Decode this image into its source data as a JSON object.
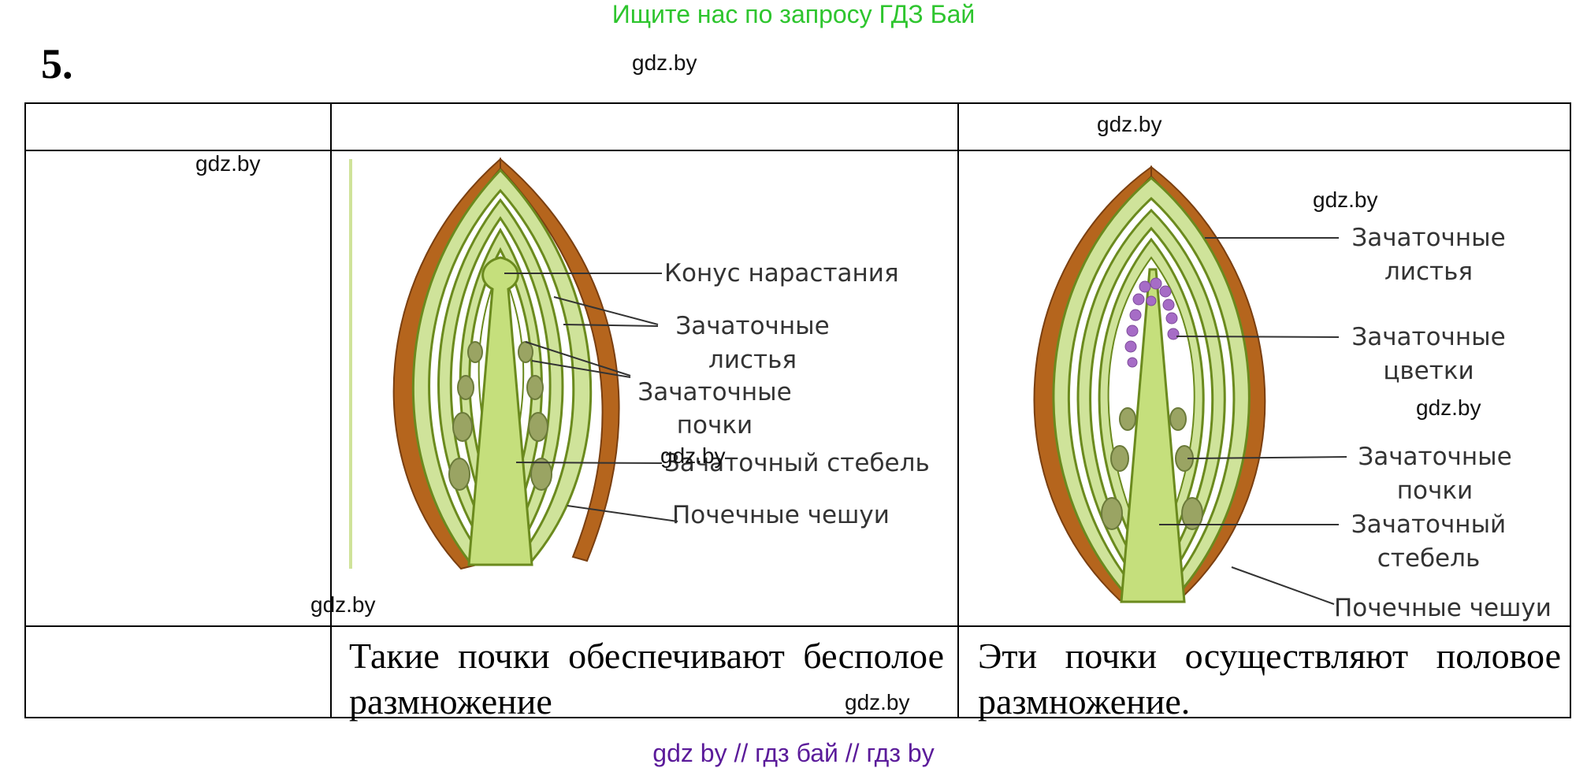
{
  "header": {
    "banner": "Ищите нас по запросу ГДЗ Бай"
  },
  "task": {
    "number": "5."
  },
  "watermark": {
    "text": "gdz.by"
  },
  "footer": {
    "links": "gdz by  //  гдз бай  //  гдз by"
  },
  "diagram_left": {
    "labels": {
      "growth_cone": "Конус нарастания",
      "leaves_1": "Зачаточные",
      "leaves_2": "листья",
      "buds_1": "Зачаточные",
      "buds_2": "почки",
      "stem": "Зачаточный стебель",
      "scales": "Почечные чешуи"
    }
  },
  "diagram_right": {
    "labels": {
      "leaves_1": "Зачаточные",
      "leaves_2": "листья",
      "flowers_1": "Зачаточные",
      "flowers_2": "цветки",
      "buds_1": "Зачаточные",
      "buds_2": "почки",
      "stem_1": "Зачаточный",
      "stem_2": "стебель",
      "scales": "Почечные чешуи"
    }
  },
  "captions": {
    "left": "Такие почки обеспечивают бесполое размножение",
    "right": "Эти почки осуществляют половое размножение."
  },
  "colors": {
    "leaf_fill": "#cfe39a",
    "leaf_stroke": "#6b8a1e",
    "scale": "#b5651d",
    "flower": "#a66cc6"
  }
}
